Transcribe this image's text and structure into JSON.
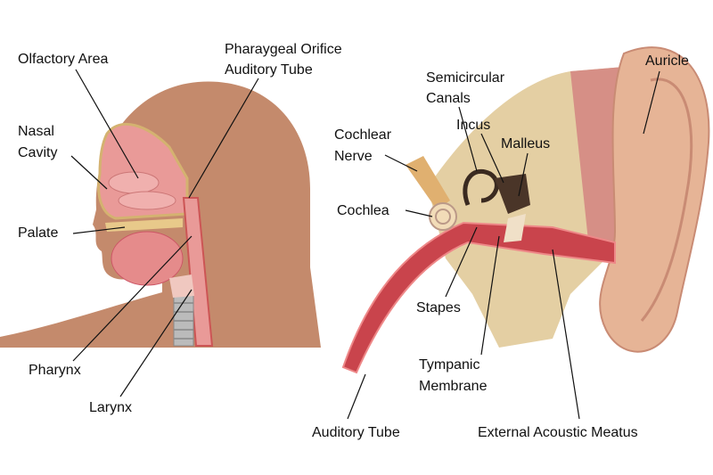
{
  "labels": {
    "olfactory_area": "Olfactory Area",
    "pharyngeal_orifice_1": "Pharaygeal Orifice",
    "pharyngeal_orifice_2": "Auditory Tube",
    "nasal_cavity_1": "Nasal",
    "nasal_cavity_2": "Cavity",
    "palate": "Palate",
    "pharynx": "Pharynx",
    "larynx": "Larynx",
    "semicircular_canals_1": "Semicircular",
    "semicircular_canals_2": "Canals",
    "cochlear_nerve_1": "Cochlear",
    "cochlear_nerve_2": "Nerve",
    "incus": "Incus",
    "malleus": "Malleus",
    "auricle": "Auricle",
    "cochlea": "Cochlea",
    "stapes": "Stapes",
    "tympanic_membrane_1": "Tympanic",
    "tympanic_membrane_2": "Membrane",
    "auditory_tube": "Auditory Tube",
    "external_acoustic_meatus": "External Acoustic Meatus"
  },
  "colors": {
    "skin": "#c48a6c",
    "mucosa": "#e99a98",
    "canal": "#c9444c",
    "bone": "#e4cfa3",
    "auricle": "#e6b496"
  }
}
